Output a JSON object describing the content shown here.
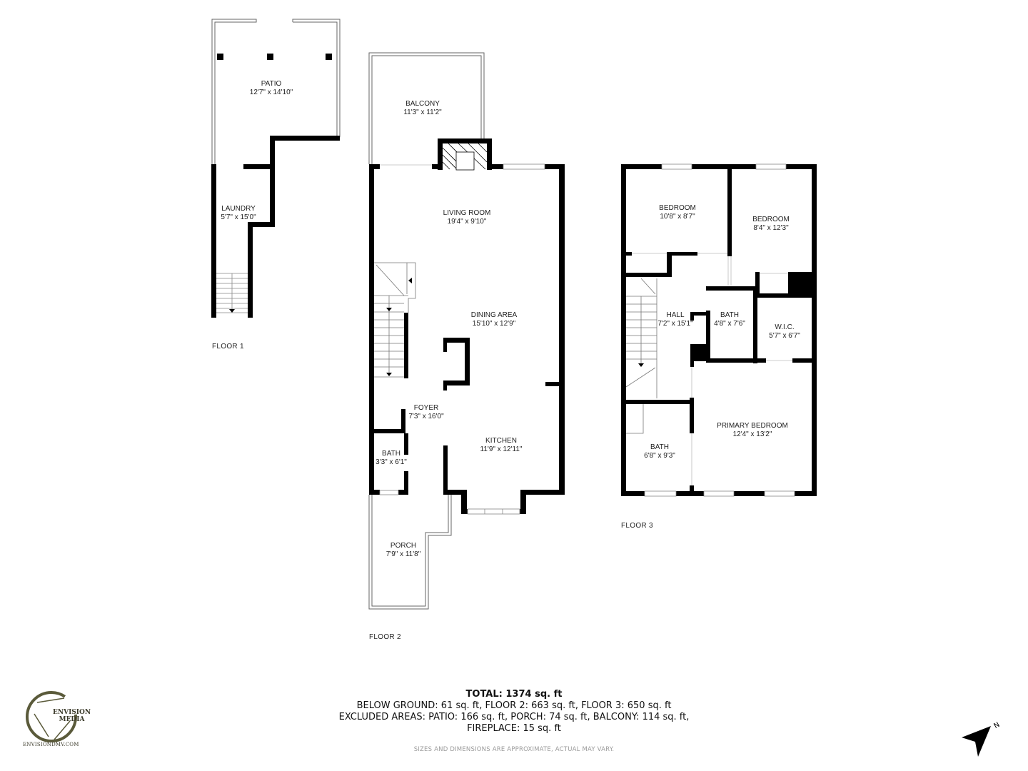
{
  "floors": [
    {
      "label": "FLOOR 1",
      "rooms": [
        {
          "name": "PATIO",
          "dims": "12'7\" x 14'10\""
        },
        {
          "name": "LAUNDRY",
          "dims": "5'7\" x 15'0\""
        }
      ]
    },
    {
      "label": "FLOOR 2",
      "rooms": [
        {
          "name": "BALCONY",
          "dims": "11'3\" x 11'2\""
        },
        {
          "name": "LIVING ROOM",
          "dims": "19'4\" x 9'10\""
        },
        {
          "name": "DINING AREA",
          "dims": "15'10\" x 12'9\""
        },
        {
          "name": "FOYER",
          "dims": "7'3\" x 16'0\""
        },
        {
          "name": "KITCHEN",
          "dims": "11'9\" x 12'11\""
        },
        {
          "name": "BATH",
          "dims": "3'3\" x 6'1\""
        },
        {
          "name": "PORCH",
          "dims": "7'9\" x 11'8\""
        }
      ]
    },
    {
      "label": "FLOOR 3",
      "rooms": [
        {
          "name": "BEDROOM",
          "dims": "10'8\" x 8'7\""
        },
        {
          "name": "BEDROOM",
          "dims": "8'4\" x 12'3\""
        },
        {
          "name": "HALL",
          "dims": "7'2\" x 15'1\""
        },
        {
          "name": "BATH",
          "dims": "4'8\" x 7'6\""
        },
        {
          "name": "W.I.C.",
          "dims": "5'7\" x 6'7\""
        },
        {
          "name": "PRIMARY BEDROOM",
          "dims": "12'4\" x 13'2\""
        },
        {
          "name": "BATH",
          "dims": "6'8\" x 9'3\""
        }
      ]
    }
  ],
  "summary": {
    "total": "TOTAL: 1374 sq. ft",
    "line1": "BELOW GROUND: 61 sq. ft, FLOOR 2: 663 sq. ft, FLOOR 3: 650 sq. ft",
    "line2": "EXCLUDED AREAS: PATIO: 166 sq. ft, PORCH: 74 sq. ft, BALCONY: 114 sq. ft,",
    "line3": "FIREPLACE: 15 sq. ft",
    "disclaimer": "SIZES AND DIMENSIONS ARE APPROXIMATE, ACTUAL MAY VARY."
  },
  "logo": {
    "name_line1": "ENVISION",
    "name_line2": "MEDIA",
    "url": "ENVISIONDMV.COM",
    "color": "#5a5a3a"
  },
  "compass": {
    "icon": "north-arrow-icon",
    "letter": "N"
  },
  "colors": {
    "wall": "#000000",
    "outline": "#555555",
    "window": "#999999",
    "background": "#ffffff"
  }
}
